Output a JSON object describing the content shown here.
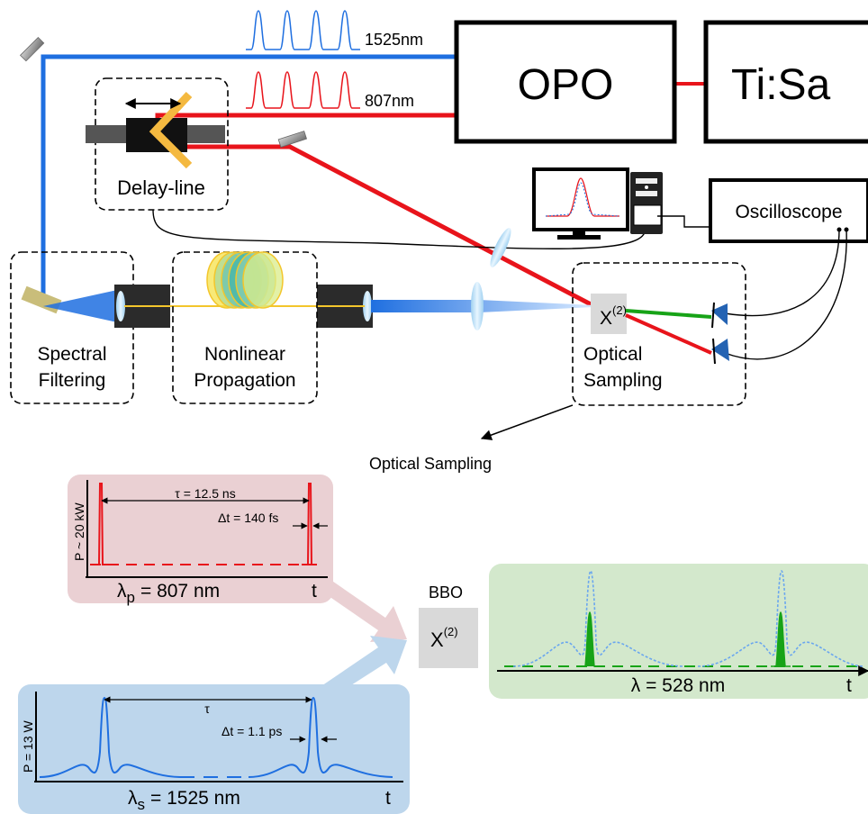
{
  "setup": {
    "lasers": {
      "opo": "OPO",
      "tisa": "Ti:Sa"
    },
    "wavelength_signal": "1525nm",
    "wavelength_pump": "807nm",
    "modules": {
      "delay_line": "Delay-line",
      "spectral_filtering": [
        "Spectral",
        "Filtering"
      ],
      "nonlinear_propagation": [
        "Nonlinear",
        "Propagation"
      ],
      "optical_sampling": [
        "Optical",
        "Sampling"
      ]
    },
    "oscilloscope": "Oscilloscope",
    "crystal": "Χ",
    "crystal_order": "(2)",
    "callout": "Optical Sampling"
  },
  "colors": {
    "signal_blue": "#1f6fe0",
    "pump_red": "#e8141b",
    "sfg_green": "#17a317",
    "pump_panel": "#ead0d3",
    "signal_panel": "#bdd6ec",
    "sfg_panel": "#d3e8cc",
    "crystal_gray": "#d9d9d9"
  },
  "pump_panel": {
    "power": "P ~ 20 kW",
    "period": "τ = 12.5 ns",
    "duration": "Δt  = 140 fs",
    "wavelength_sym": "λ",
    "wavelength_sub": "p",
    "wavelength_val": "= 807 nm",
    "time_axis": "t"
  },
  "signal_panel": {
    "power": "P = 13 W",
    "period": "τ",
    "duration": "Δt = 1.1 ps",
    "wavelength_sym": "λ",
    "wavelength_sub": "s",
    "wavelength_val": "= 1525 nm",
    "time_axis": "t"
  },
  "mixer": {
    "crystal_name": "BBO",
    "symbol": "Χ",
    "order": "(2)"
  },
  "sfg_panel": {
    "wavelength": "λ = 528 nm",
    "time_axis": "t"
  }
}
